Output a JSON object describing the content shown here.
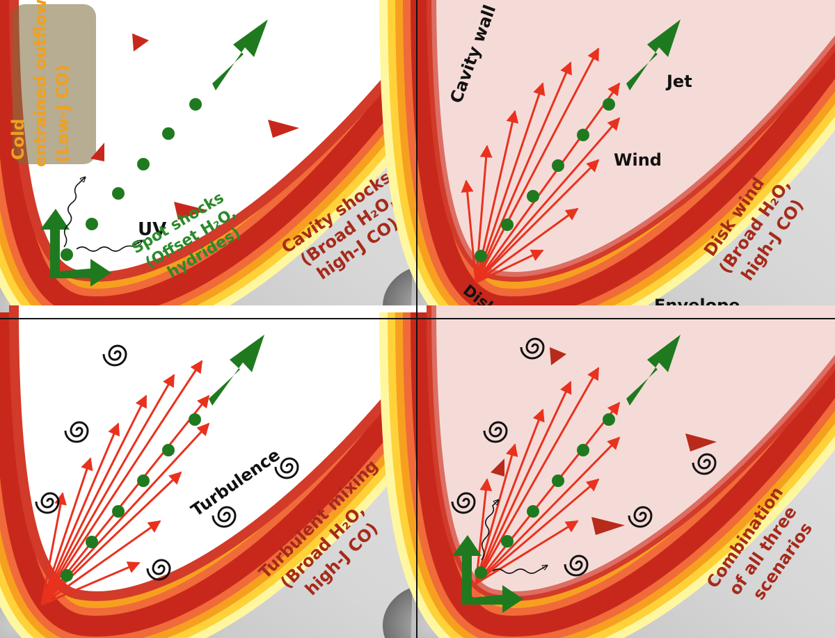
{
  "panels": {
    "tl": {
      "outflow_label": [
        "Cold",
        "entrained outflow",
        "(Low-J CO)"
      ],
      "uv_label": "UV",
      "spot_label": [
        "Spot shocks",
        "(Offset H₂O,",
        "hydrides)"
      ],
      "cavity_label": [
        "Cavity shocks",
        "(Broad H₂O,",
        "high-J CO)"
      ]
    },
    "tr": {
      "cavity_wall_label": "Cavity wall",
      "jet_label": "Jet",
      "wind_label": "Wind",
      "disk_label": "Disk",
      "envelope_label": "Envelope",
      "diskwind_label": [
        "Disk wind",
        "(Broad H₂O,",
        "high-J CO)"
      ]
    },
    "bl": {
      "turbulence_label": "Turbulence",
      "mixing_label": [
        "Turbulent mixing",
        "(Broad H₂O,",
        "high-J CO)"
      ]
    },
    "br": {
      "combination_label": [
        "Combination",
        "of all three",
        "scenarios"
      ]
    }
  },
  "colors": {
    "jet_arrow": "#1f7a1f",
    "wind_arrow": "#e8321e",
    "label_red": "#a62a1a",
    "label_green": "#2a8a2a",
    "label_orange": "#f0a020",
    "cavity_dark": "#b82a1a"
  }
}
